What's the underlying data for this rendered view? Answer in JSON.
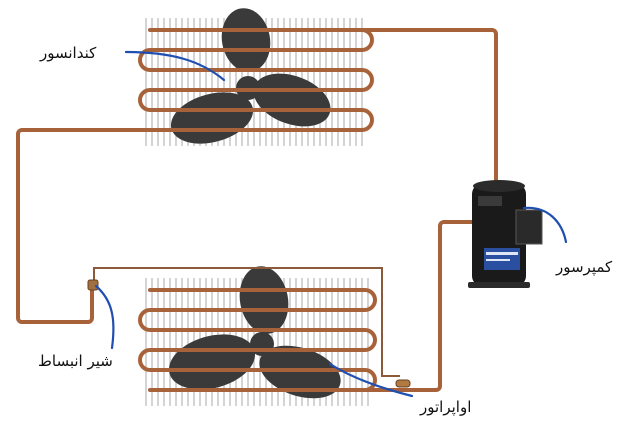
{
  "labels": {
    "condenser": "کندانسور",
    "compressor": "کمپرسور",
    "expansion_valve": "شیر انبساط",
    "evaporator": "اواپراتور"
  },
  "colors": {
    "pipe": "#a8623a",
    "pipe_dark": "#7a4022",
    "fin": "#bdbdbd",
    "fan": "#3a3a3a",
    "pointer": "#1f4fb0",
    "compressor_body": "#1a1a1a"
  },
  "icons": {
    "condenser": "condenser-coil-icon",
    "evaporator": "evaporator-coil-icon",
    "compressor": "compressor-icon",
    "valve": "expansion-valve-icon"
  }
}
